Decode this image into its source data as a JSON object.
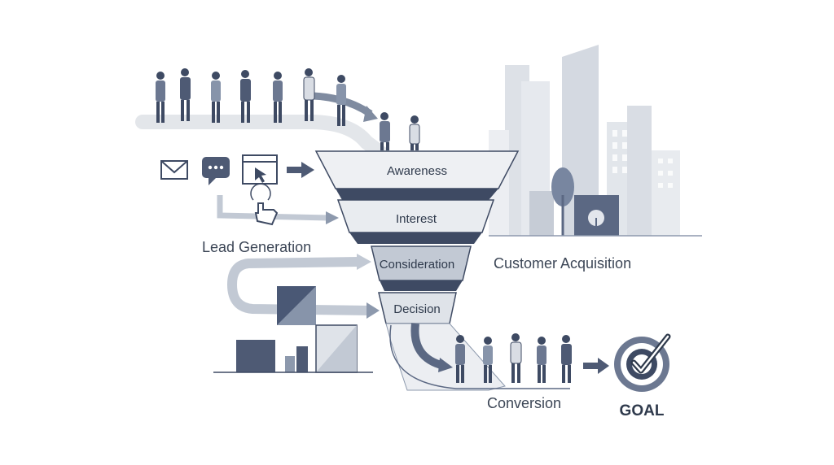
{
  "labels": {
    "lead_generation": "Lead Generation",
    "customer_acquisition": "Customer Acquisition",
    "conversion": "Conversion",
    "goal": "GOAL"
  },
  "funnel": {
    "stages": [
      {
        "label": "Awareness"
      },
      {
        "label": "Interest"
      },
      {
        "label": "Consideration"
      },
      {
        "label": "Decision"
      }
    ]
  },
  "icons": [
    "envelope-icon",
    "chat-bubble-icon",
    "browser-cursor-icon",
    "tap-hand-icon",
    "target-goal-icon"
  ],
  "colors": {
    "dark": "#4a5875",
    "mid": "#8d99ad",
    "light": "#d9dde4",
    "funnel_face": "#eef0f3",
    "funnel_band": "#3e4a63",
    "goal_text": "#2f3a4c"
  }
}
